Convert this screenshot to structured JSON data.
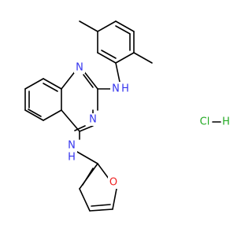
{
  "structure": {
    "atoms": {
      "n1": "N",
      "n3": "N",
      "nh2": "N",
      "h2": "H",
      "nh4": "N",
      "h4": "H",
      "o_furan": "O",
      "hcl_cl": "Cl",
      "hcl_h": "H"
    },
    "colors": {
      "carbon_bond": "#000000",
      "nitrogen": "#3333ee",
      "oxygen": "#ee2222",
      "chlorine": "#22aa22"
    }
  }
}
